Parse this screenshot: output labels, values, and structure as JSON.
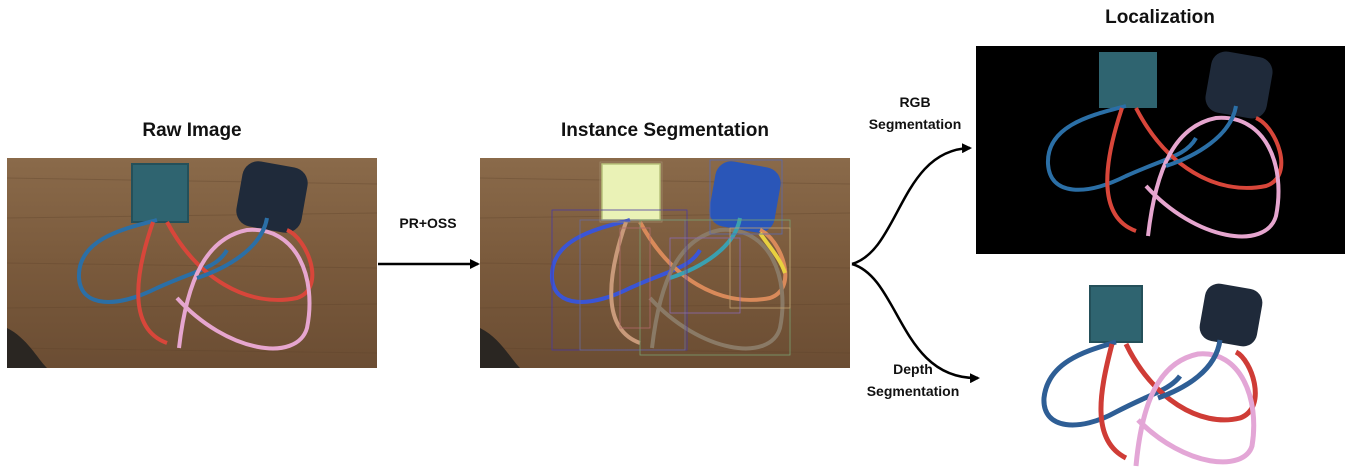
{
  "titles": {
    "raw": "Raw Image",
    "instance": "Instance Segmentation",
    "localization": "Localization"
  },
  "steps": {
    "pr_oss": "PR+OSS",
    "rgb_line1": "RGB",
    "rgb_line2": "Segmentation",
    "depth_line1": "Depth",
    "depth_line2": "Segmentation"
  },
  "colors": {
    "wood": "#7a5a3e",
    "router": "#1f2a3a",
    "switch_box": "#2f6470",
    "cable_blue": "#2b6fa6",
    "cable_red": "#d8463a",
    "cable_pink": "#e6a6cf"
  }
}
